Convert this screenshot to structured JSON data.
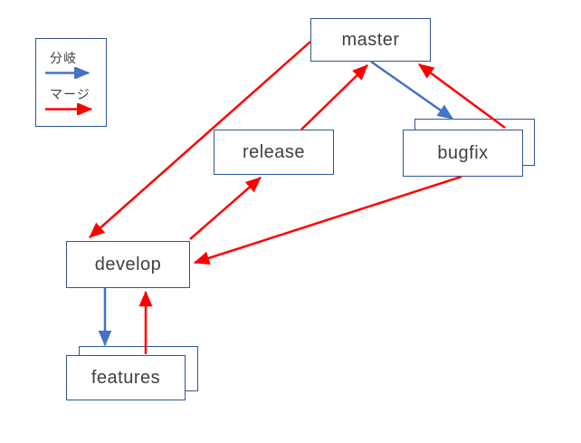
{
  "colors": {
    "branch": "#4472C4",
    "merge": "#FF0000",
    "node_border": "#2F5597",
    "text": "#404040"
  },
  "legend": {
    "items": [
      {
        "id": "branch",
        "label": "分岐"
      },
      {
        "id": "merge",
        "label": "マージ"
      }
    ]
  },
  "nodes": [
    {
      "id": "master",
      "label": "master",
      "stacked": false
    },
    {
      "id": "release",
      "label": "release",
      "stacked": false
    },
    {
      "id": "bugfix",
      "label": "bugfix",
      "stacked": true
    },
    {
      "id": "develop",
      "label": "develop",
      "stacked": false
    },
    {
      "id": "features",
      "label": "features",
      "stacked": true
    }
  ],
  "edges": [
    {
      "from": "master",
      "to": "bugfix",
      "type": "branch"
    },
    {
      "from": "develop",
      "to": "features",
      "type": "branch"
    },
    {
      "from": "release",
      "to": "master",
      "type": "merge"
    },
    {
      "from": "bugfix",
      "to": "master",
      "type": "merge"
    },
    {
      "from": "master",
      "to": "develop",
      "type": "merge"
    },
    {
      "from": "develop",
      "to": "release",
      "type": "merge"
    },
    {
      "from": "bugfix",
      "to": "develop",
      "type": "merge"
    },
    {
      "from": "features",
      "to": "develop",
      "type": "merge"
    }
  ]
}
